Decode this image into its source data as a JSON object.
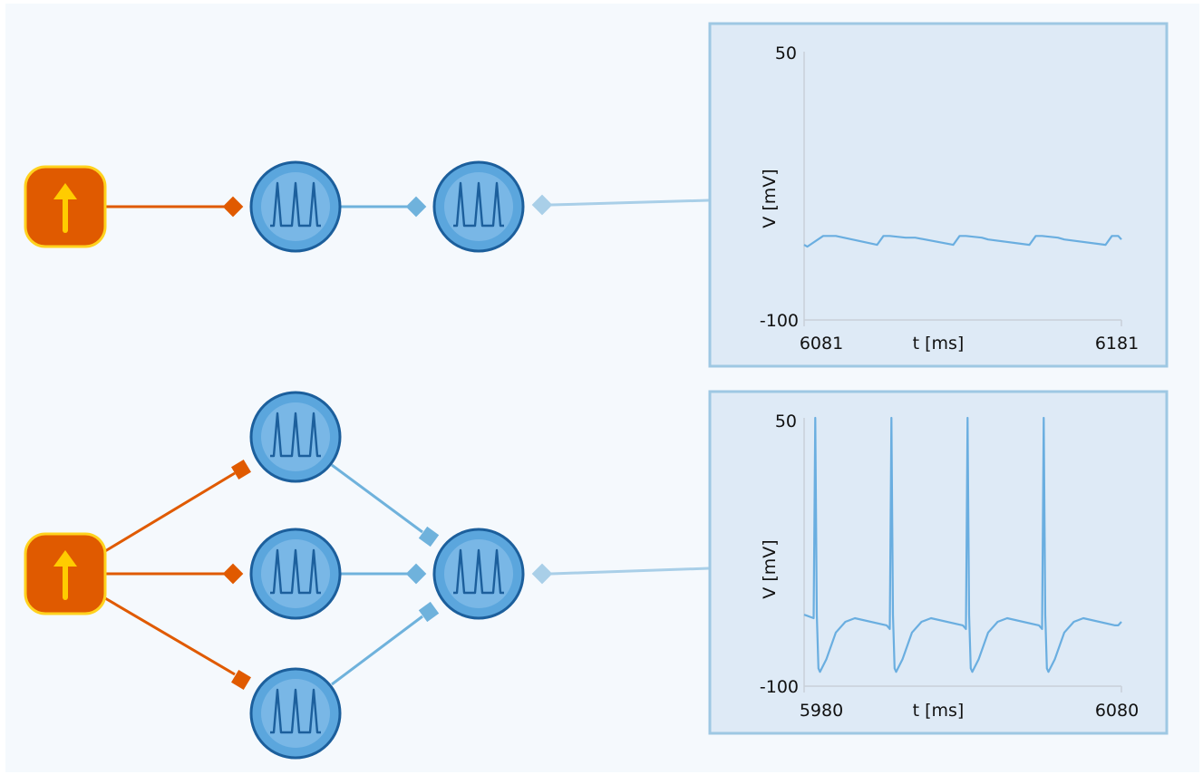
{
  "colors": {
    "background": "#f5f9fd",
    "stimulus_fill": "#e05a00",
    "stimulus_border": "#ffd21e",
    "stimulus_arrow": "#ffcc00",
    "excitatory_edge": "#e05a00",
    "neuron_fill": "#5ba6dd",
    "neuron_border": "#1c5f9c",
    "neuron_spike": "#1c5f9c",
    "neural_edge": "#6fb2dc",
    "recorder_edge": "#a9cfe8",
    "panel_fill": "#deeaf6",
    "panel_border": "#9ec8e3",
    "trace": "#6aaee0"
  },
  "icons": {
    "stimulus": "arrow-up-icon",
    "neuron": "spike-train-icon"
  },
  "circuits": [
    {
      "id": "chain",
      "plot": {
        "ylabel": "V [mV]",
        "xlabel": "t [ms]",
        "y_max_label": "50",
        "y_min_label": "-100",
        "x_min_label": "6081",
        "x_max_label": "6181"
      }
    },
    {
      "id": "convergent",
      "plot": {
        "ylabel": "V [mV]",
        "xlabel": "t [ms]",
        "y_max_label": "50",
        "y_min_label": "-100",
        "x_min_label": "5980",
        "x_max_label": "6080"
      }
    }
  ],
  "chart_data": [
    {
      "type": "line",
      "xlabel": "t [ms]",
      "ylabel": "V [mV]",
      "xlim": [
        6081,
        6181
      ],
      "ylim": [
        -100,
        50
      ],
      "grid": false,
      "series": [
        {
          "x": [
            6081,
            6082,
            6087,
            6091,
            6104,
            6106,
            6108,
            6113,
            6116,
            6128,
            6130,
            6132,
            6137,
            6139,
            6152,
            6154,
            6156,
            6161,
            6163,
            6176,
            6178,
            6180,
            6181
          ],
          "y": [
            -58,
            -59,
            -53,
            -53,
            -58,
            -53,
            -53,
            -54,
            -54,
            -58,
            -53,
            -53,
            -54,
            -55,
            -58,
            -53,
            -53,
            -54,
            -55,
            -58,
            -53,
            -53,
            -55
          ]
        }
      ]
    },
    {
      "type": "line",
      "xlabel": "t [ms]",
      "ylabel": "V [mV]",
      "xlim": [
        5980,
        6080
      ],
      "ylim": [
        -100,
        50
      ],
      "grid": false,
      "series": [
        {
          "x": [
            5980,
            5983,
            5983.5,
            5984,
            5984.5,
            5985,
            5987,
            5990,
            5993,
            5996,
            6006,
            6007,
            6007.5,
            6008,
            6008.5,
            6009,
            6011,
            6014,
            6017,
            6020,
            6030,
            6031,
            6031.5,
            6032,
            6032.5,
            6033,
            6035,
            6038,
            6041,
            6044,
            6054,
            6055,
            6055.5,
            6056,
            6056.5,
            6057,
            6059,
            6062,
            6065,
            6068,
            6078,
            6079,
            6080
          ],
          "y": [
            -60,
            -62,
            50,
            -60,
            -90,
            -92,
            -85,
            -70,
            -64,
            -62,
            -66,
            -68,
            50,
            -60,
            -90,
            -92,
            -85,
            -70,
            -64,
            -62,
            -66,
            -68,
            50,
            -60,
            -90,
            -92,
            -85,
            -70,
            -64,
            -62,
            -66,
            -68,
            50,
            -60,
            -90,
            -92,
            -85,
            -70,
            -64,
            -62,
            -66,
            -66,
            -64
          ]
        }
      ]
    }
  ]
}
